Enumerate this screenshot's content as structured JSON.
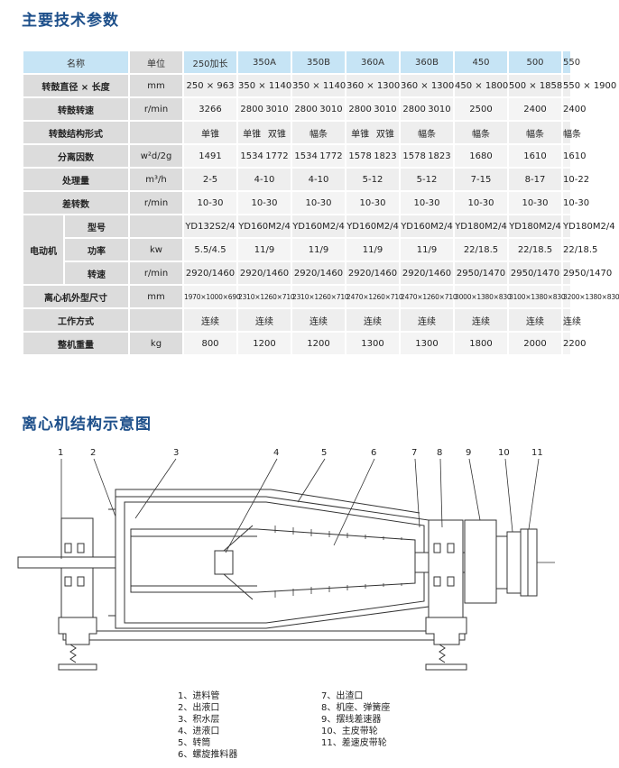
{
  "titles": {
    "main_params": "主要技术参数",
    "structure": "离心机结构示意图"
  },
  "table": {
    "header": [
      "名称",
      "单位",
      "250加长",
      "350A",
      "350B",
      "360A",
      "360B",
      "450",
      "500",
      "550"
    ],
    "rows": [
      {
        "label": "转鼓直径 × 长度",
        "unit": "mm",
        "values": [
          "250 × 963",
          "350 × 1140",
          "350 × 1140",
          "360 × 1300",
          "360 × 1300",
          "450 × 1800",
          "500 × 1858",
          "550 × 1900"
        ]
      },
      {
        "label": "转鼓转速",
        "unit": "r/min",
        "values": [
          "3266",
          [
            "2800",
            "3010"
          ],
          [
            "2800",
            "3010"
          ],
          [
            "2800",
            "3010"
          ],
          [
            "2800",
            "3010"
          ],
          "2500",
          "2400",
          "2400"
        ]
      },
      {
        "label": "转鼓结构形式",
        "unit": "",
        "values": [
          "单锥",
          [
            "单锥",
            "双锥"
          ],
          "幅条",
          [
            "单锥",
            "双锥"
          ],
          "幅条",
          "幅条",
          "幅条",
          "幅条"
        ]
      },
      {
        "label": "分离因数",
        "unit": "w²d/2g",
        "values": [
          "1491",
          [
            "1534",
            "1772"
          ],
          [
            "1534",
            "1772"
          ],
          [
            "1578",
            "1823"
          ],
          [
            "1578",
            "1823"
          ],
          "1680",
          "1610",
          "1610"
        ]
      },
      {
        "label": "处理量",
        "unit": "m³/h",
        "values": [
          "2-5",
          "4-10",
          "4-10",
          "5-12",
          "5-12",
          "7-15",
          "8-17",
          "10-22"
        ]
      },
      {
        "label": "差转数",
        "unit": "r/min",
        "values": [
          "10-30",
          "10-30",
          "10-30",
          "10-30",
          "10-30",
          "10-30",
          "10-30",
          "10-30"
        ]
      }
    ],
    "motor": {
      "label": "电动机",
      "rows": [
        {
          "label": "型号",
          "unit": "",
          "values": [
            "YD132S2/4",
            "YD160M2/4",
            "YD160M2/4",
            "YD160M2/4",
            "YD160M2/4",
            "YD180M2/4",
            "YD180M2/4",
            "YD180M2/4"
          ]
        },
        {
          "label": "功率",
          "unit": "kw",
          "values": [
            "5.5/4.5",
            "11/9",
            "11/9",
            "11/9",
            "11/9",
            "22/18.5",
            "22/18.5",
            "22/18.5"
          ]
        },
        {
          "label": "转速",
          "unit": "r/min",
          "values": [
            "2920/1460",
            "2920/1460",
            "2920/1460",
            "2920/1460",
            "2920/1460",
            "2950/1470",
            "2950/1470",
            "2950/1470"
          ]
        }
      ]
    },
    "rows_after": [
      {
        "label": "离心机外型尺寸",
        "unit": "mm",
        "small": true,
        "values": [
          "1970×1000×690",
          "2310×1260×710",
          "2310×1260×710",
          "2470×1260×710",
          "2470×1260×710",
          "3000×1380×830",
          "3100×1380×830",
          "3200×1380×830"
        ]
      },
      {
        "label": "工作方式",
        "unit": "",
        "values": [
          "连续",
          "连续",
          "连续",
          "连续",
          "连续",
          "连续",
          "连续",
          "连续"
        ]
      },
      {
        "label": "整机重量",
        "unit": "kg",
        "values": [
          "800",
          "1200",
          "1200",
          "1300",
          "1300",
          "1800",
          "2000",
          "2200"
        ]
      }
    ]
  },
  "diagram": {
    "callouts": [
      "1",
      "2",
      "3",
      "4",
      "5",
      "6",
      "7",
      "8",
      "9",
      "10",
      "11"
    ]
  },
  "legend": {
    "left": [
      "1、进料管",
      "2、出液口",
      "3、积水层",
      "4、进液口",
      "5、转筒",
      "6、螺旋推料器"
    ],
    "right": [
      "7、出渣口",
      "8、机座、弹簧座",
      "9、摆线差速器",
      "10、主皮带轮",
      "11、差速皮带轮"
    ]
  }
}
